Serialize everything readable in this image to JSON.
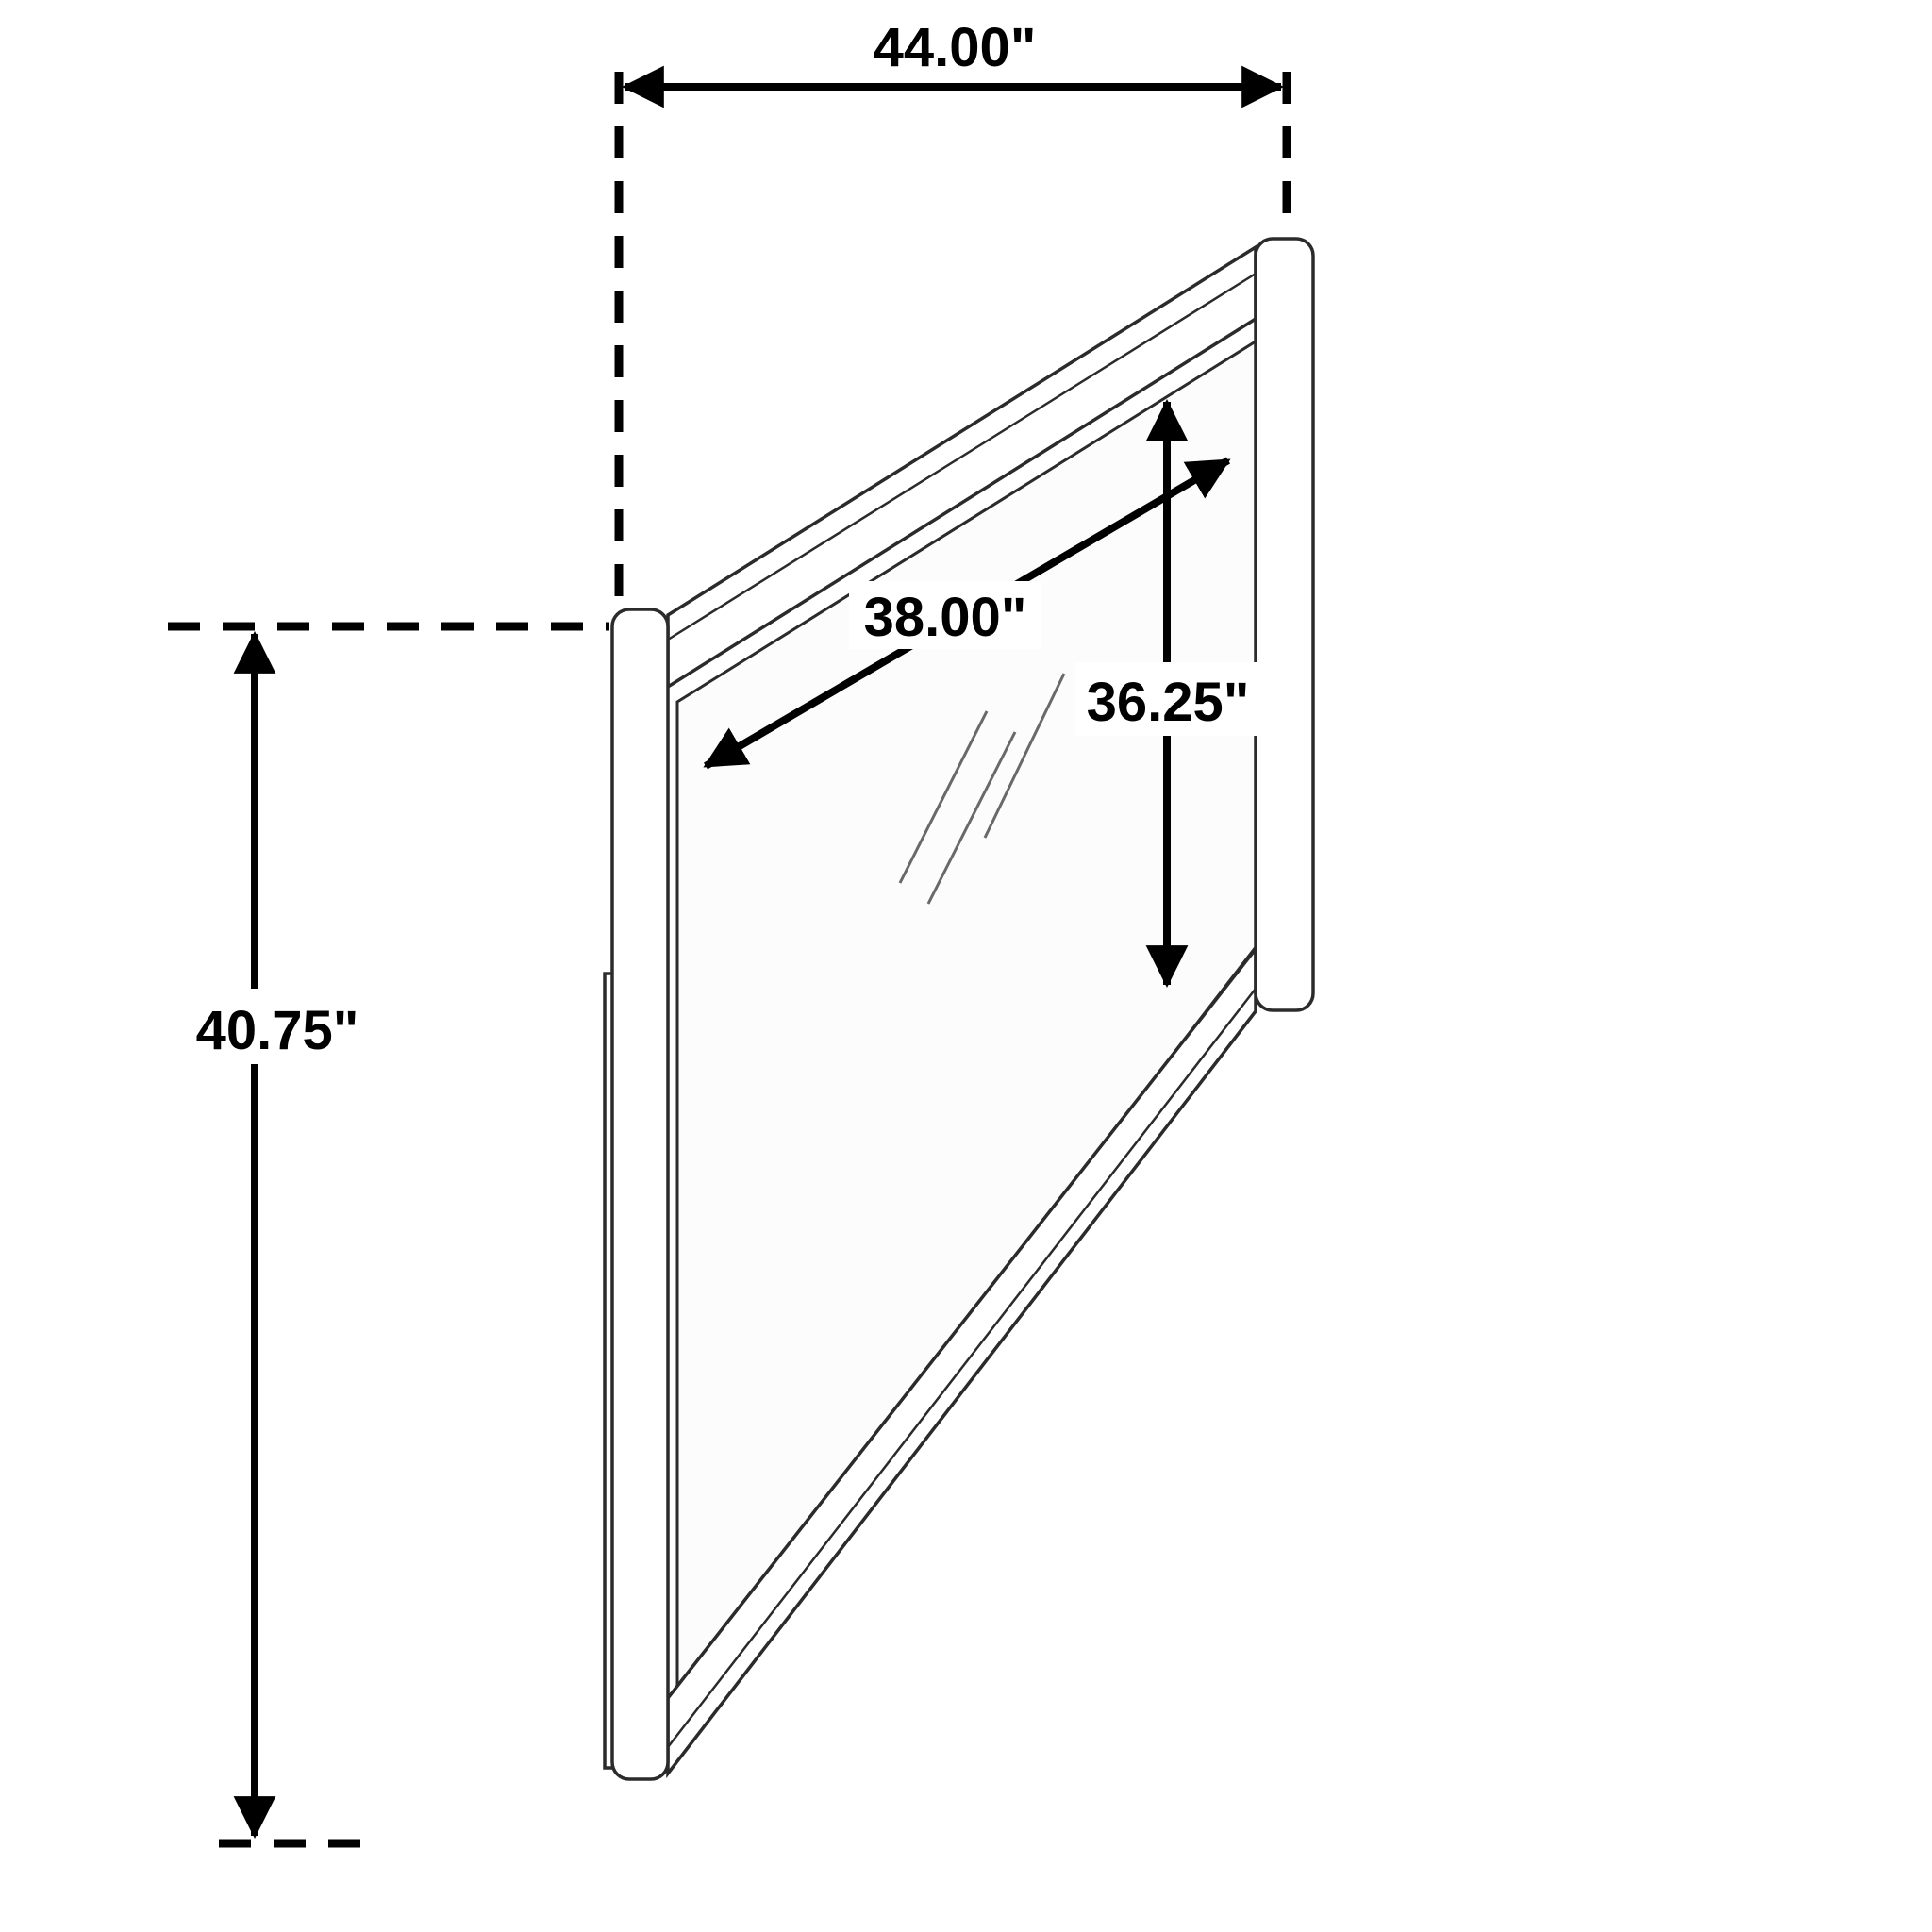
{
  "diagram": {
    "type": "furniture-dimension-drawing",
    "subject": "mirror",
    "colors": {
      "line_color": "#000000",
      "frame_color": "#2b2b2b",
      "glass_fill": "#fcfcfc",
      "background": "#ffffff"
    },
    "dimensions": {
      "overall_width": "44.00\"",
      "overall_height": "40.75\"",
      "mirror_width": "38.00\"",
      "mirror_height": "36.25\""
    }
  }
}
